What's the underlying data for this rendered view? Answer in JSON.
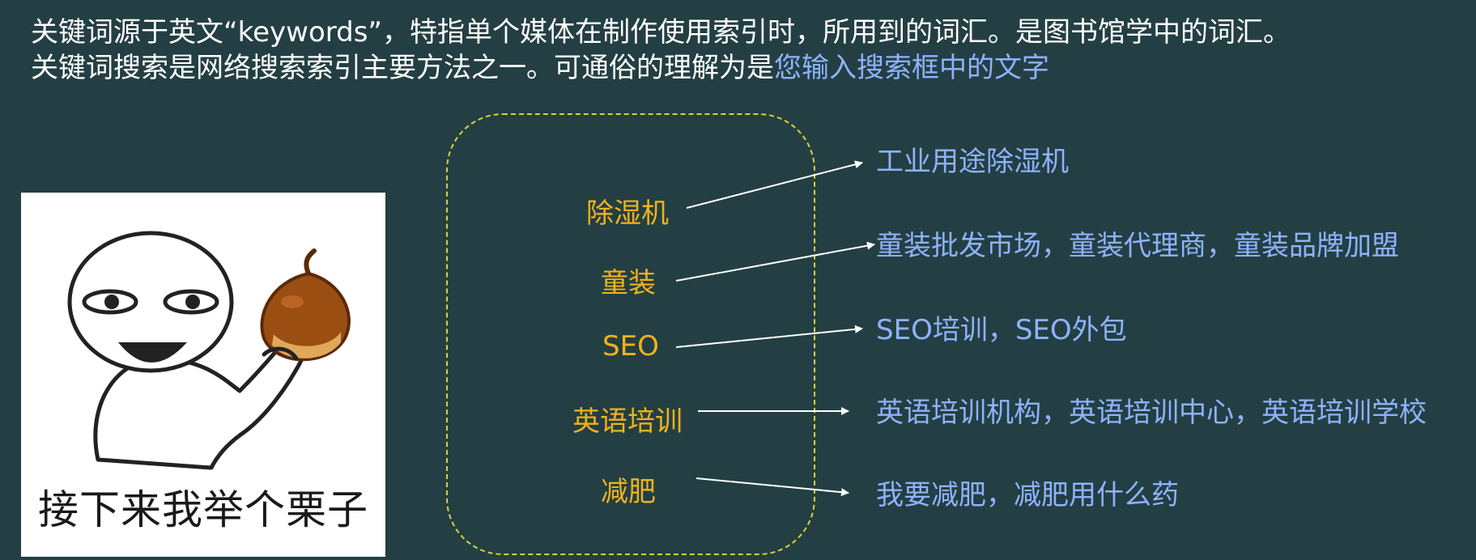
{
  "intro": {
    "line1": "关键词源于英文“keywords”，特指单个媒体在制作使用索引时，所用到的词汇。是图书馆学中的词汇。",
    "line2_main": "关键词搜索是网络搜索索引主要方法之一。可通俗的理解为是",
    "line2_highlight": "您输入搜索框中的文字"
  },
  "meme": {
    "caption": "接下来我举个栗子"
  },
  "keywords": [
    {
      "keyword": "除湿机",
      "result": "工业用途除湿机"
    },
    {
      "keyword": "童装",
      "result": "童装批发市场，童装代理商，童装品牌加盟"
    },
    {
      "keyword": "SEO",
      "result": "SEO培训，SEO外包"
    },
    {
      "keyword": "英语培训",
      "result": "英语培训机构，英语培训中心，英语培训学校"
    },
    {
      "keyword": "减肥",
      "result": "我要减肥，减肥用什么药"
    }
  ],
  "colors": {
    "background": "#233f43",
    "keyword": "#f0b21b",
    "result": "#8fb2ff",
    "dashed_border": "#d9d23a"
  }
}
